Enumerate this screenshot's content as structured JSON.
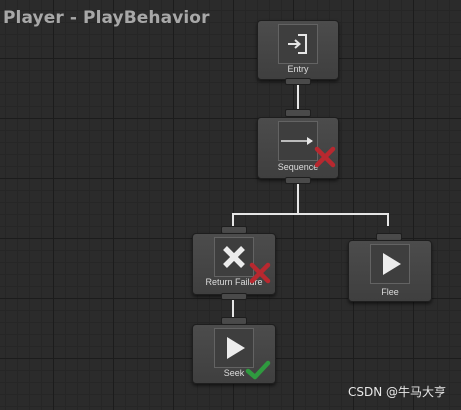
{
  "graph": {
    "title": "Player - PlayBehavior"
  },
  "nodes": {
    "entry": {
      "label": "Entry",
      "icon": "entry-arrow-icon"
    },
    "sequence": {
      "label": "Sequence",
      "icon": "sequence-arrow-icon",
      "status": "failure"
    },
    "return_failure": {
      "label": "Return Failure",
      "icon": "failure-x-icon",
      "status": "failure"
    },
    "flee": {
      "label": "Flee",
      "icon": "play-triangle-icon"
    },
    "seek": {
      "label": "Seek",
      "icon": "play-triangle-icon",
      "status": "success"
    }
  },
  "colors": {
    "failure": "#b8282f",
    "success": "#2f9a3f",
    "wire": "#e6e6e6",
    "node": "#454545"
  },
  "watermark": "CSDN @牛马大亨"
}
